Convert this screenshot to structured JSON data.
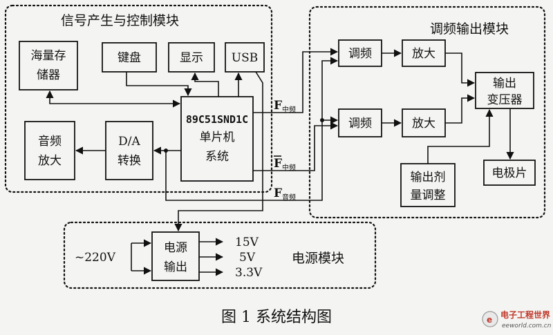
{
  "modules": {
    "control": "信号产生与控制模块",
    "fm_output": "调频输出模块",
    "power": "电源模块"
  },
  "blocks": {
    "storage": [
      "海量存",
      "储器"
    ],
    "keyboard": "键盘",
    "display": "显示",
    "usb": "USB",
    "mcu": [
      "89C51SND1C",
      "单片机",
      "系统"
    ],
    "da": [
      "D/A",
      "转换"
    ],
    "audio_amp": [
      "音频",
      "放大"
    ],
    "fm1": "调频",
    "fm2": "调频",
    "amp1": "放大",
    "amp2": "放大",
    "transformer": [
      "输出",
      "变压器"
    ],
    "dose": [
      "输出剂",
      "量调整"
    ],
    "electrode": "电极片",
    "psu": [
      "电源",
      "输出"
    ]
  },
  "signals": {
    "f_main": "F",
    "f_main_sub": "中频",
    "f_bar": "F",
    "f_bar_sub": "中频",
    "f_audio": "F",
    "f_audio_sub": "音频"
  },
  "power": {
    "input": "~220V",
    "outputs": [
      "15V",
      "5V",
      "3.3V"
    ]
  },
  "caption": "图 1 系统结构图",
  "watermark": {
    "logo": "e",
    "name": "电子工程世界",
    "url": "eeworld.com.cn"
  }
}
